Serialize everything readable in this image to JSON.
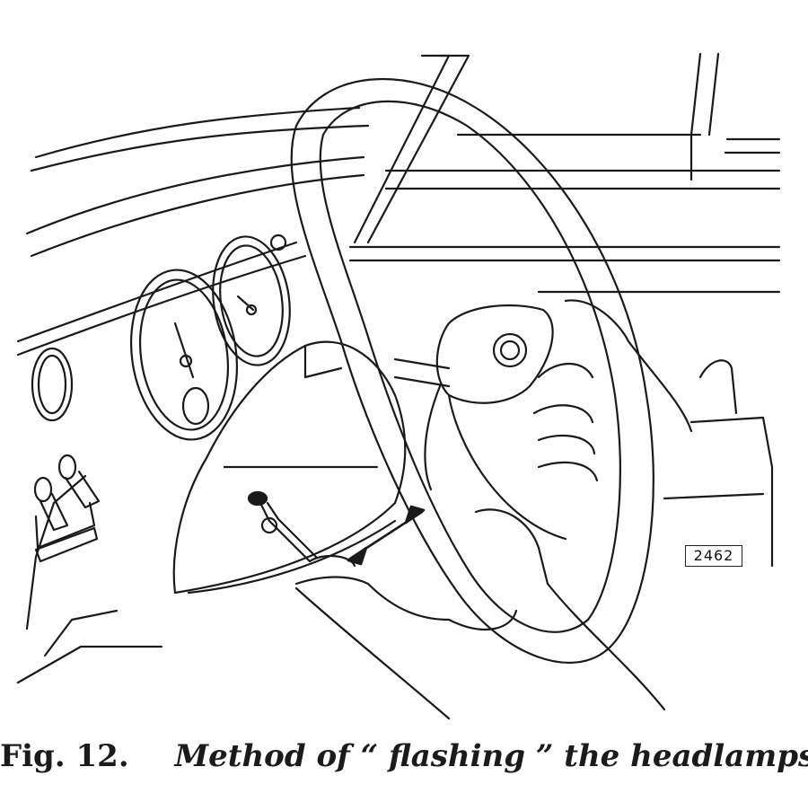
{
  "figure": {
    "reference_number": "2462",
    "caption_label": "Fig. 12.",
    "caption_text": "Method of “ flashing ” the headlamps.",
    "line_color": "#1a1a1a",
    "background_color": "#ffffff"
  }
}
